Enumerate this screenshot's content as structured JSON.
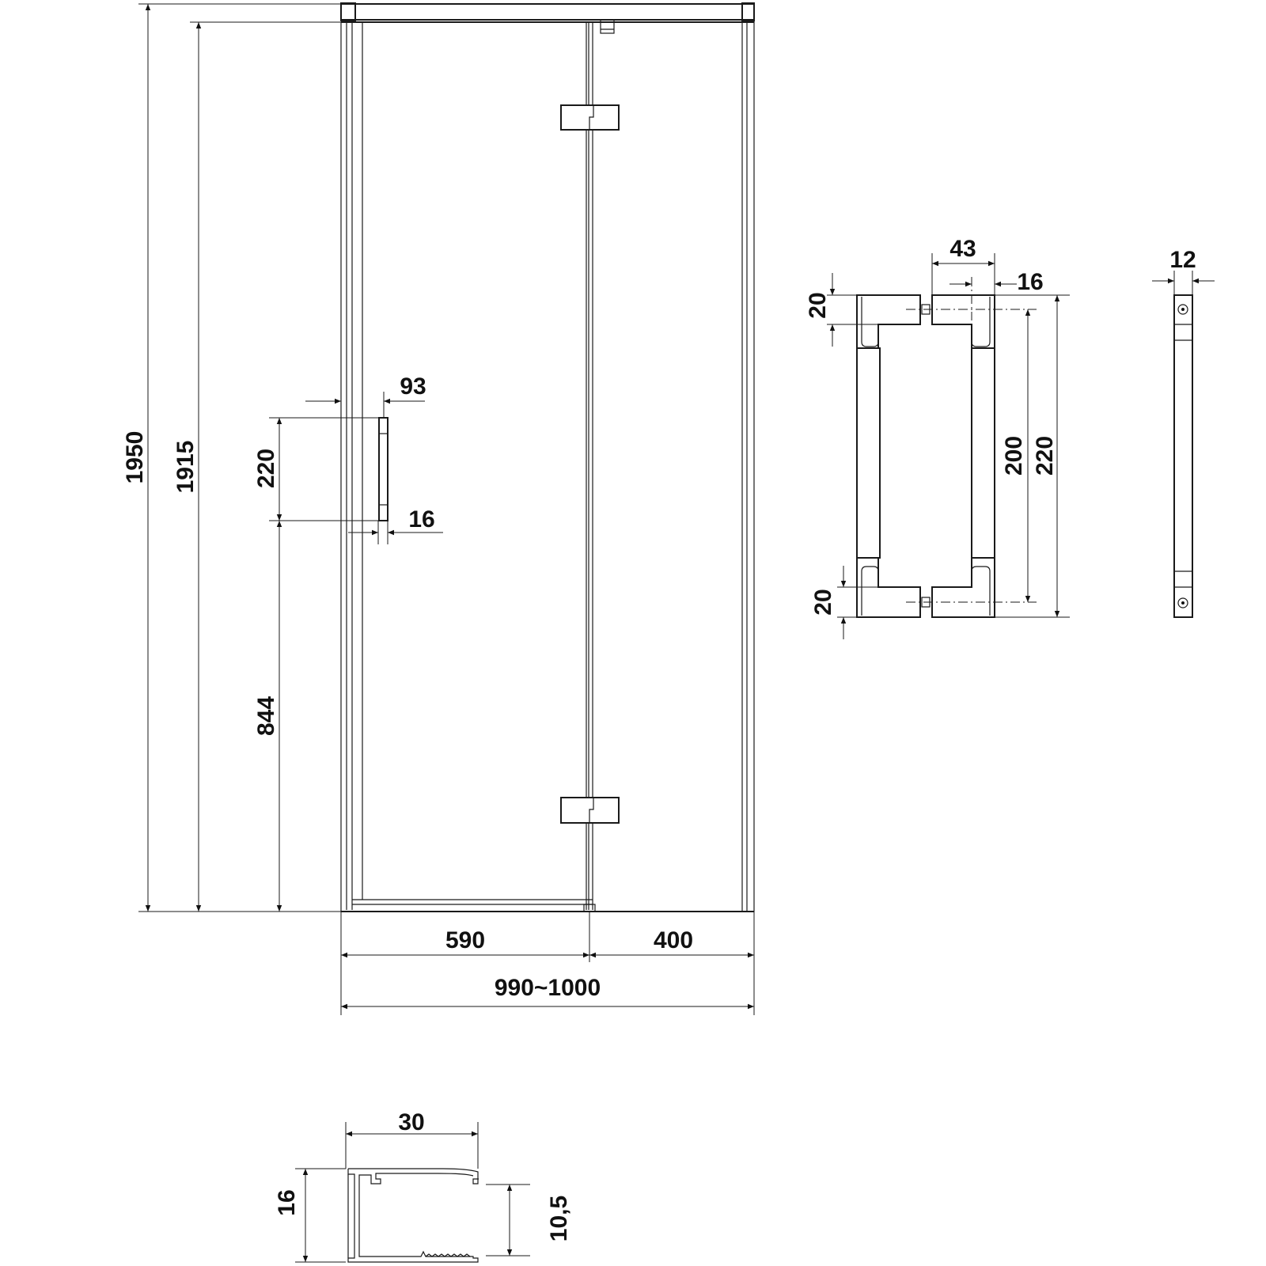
{
  "drawing": {
    "front_view": {
      "height_total": "1950",
      "height_glass": "1915",
      "handle_length": "220",
      "handle_height_from_floor": "844",
      "handle_offset": "93",
      "handle_width": "16",
      "door_width": "590",
      "fixed_panel_width": "400",
      "total_width": "990~1000"
    },
    "handle_detail": {
      "depth": "43",
      "bar_width": "16",
      "top_block_height": "20",
      "bottom_block_height": "20",
      "mount_spacing": "200",
      "overall_length": "220",
      "side_width": "12"
    },
    "profile_section": {
      "width": "30",
      "height": "16",
      "inner_height": "10,5"
    }
  },
  "colors": {
    "line": "#1a1a1a",
    "background": "#ffffff"
  }
}
